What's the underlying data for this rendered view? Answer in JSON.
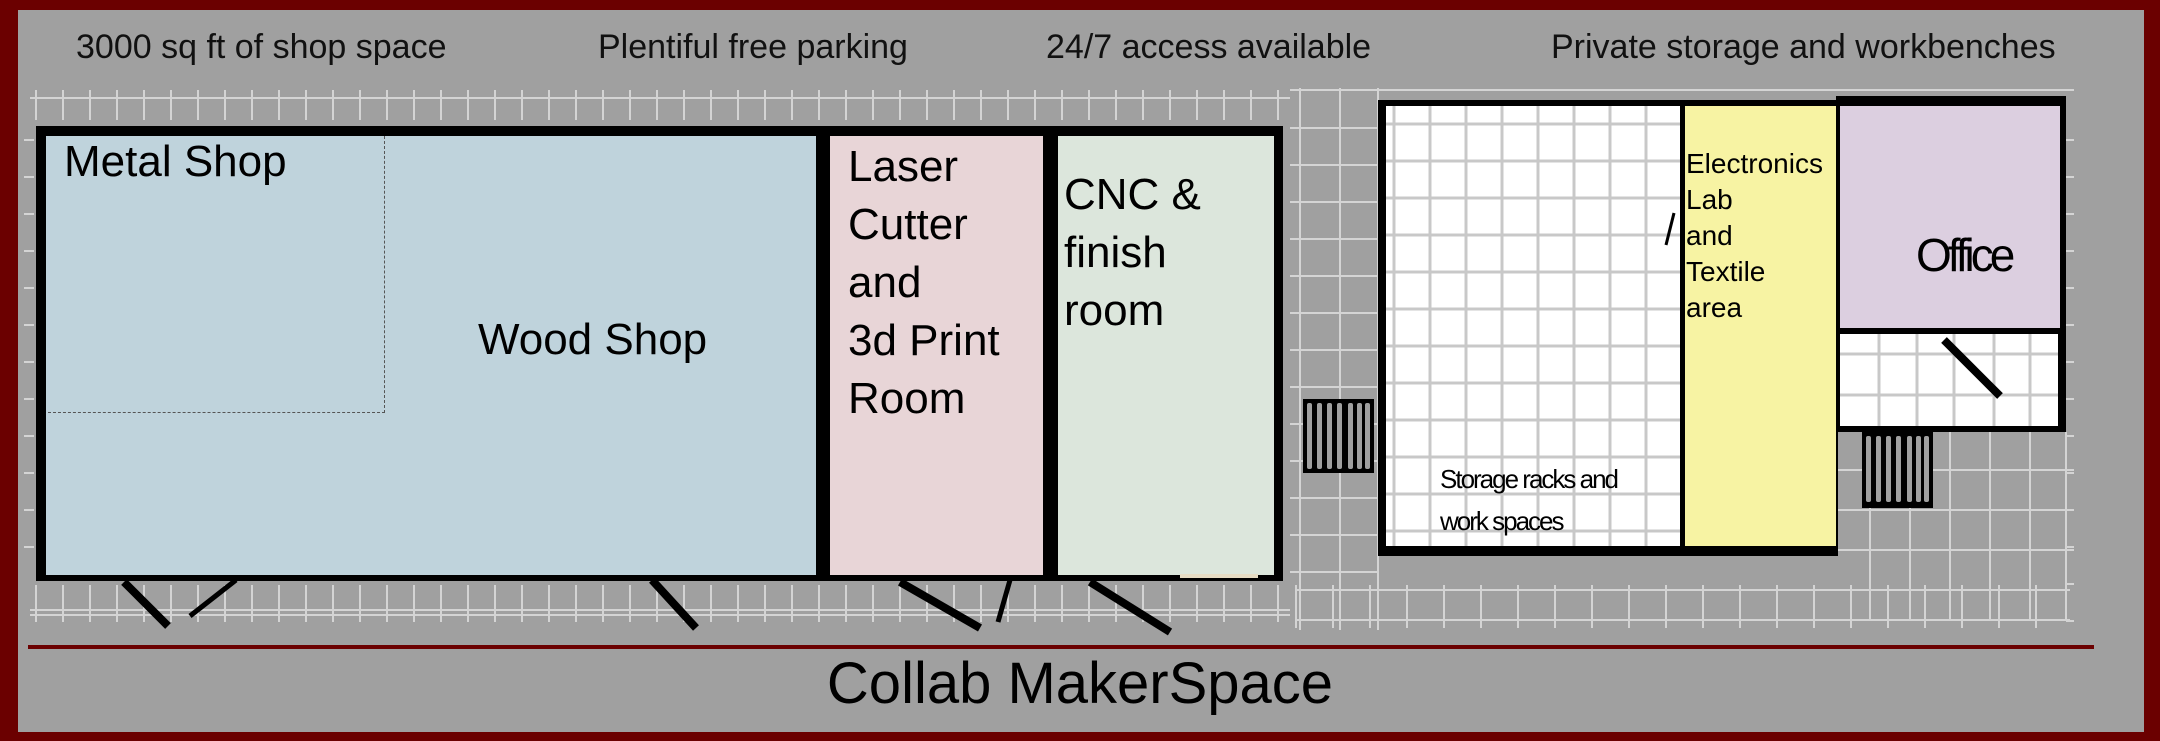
{
  "features": [
    {
      "label": "3000 sq ft of shop space"
    },
    {
      "label": "Plentiful free parking"
    },
    {
      "label": "24/7 access available"
    },
    {
      "label": "Private storage and workbenches"
    }
  ],
  "rooms": {
    "metal_shop": {
      "label": "Metal Shop",
      "color": "#bfd3dc"
    },
    "wood_shop": {
      "label": "Wood Shop",
      "color": "#bfd3dc"
    },
    "laser": {
      "lines": [
        "Laser",
        "Cutter",
        "and",
        "3d Print",
        "Room"
      ],
      "color": "#e8d5d7"
    },
    "cnc": {
      "lines": [
        "CNC &",
        "finish",
        "room"
      ],
      "color": "#dce6dc"
    },
    "storage": {
      "lines": [
        "Storage racks and",
        "work spaces"
      ],
      "color": "#ffffff"
    },
    "electronics": {
      "lines": [
        "Electronics",
        "Lab",
        "and",
        "Textile",
        "area"
      ],
      "color": "#f7f3a3"
    },
    "office": {
      "label": "Office",
      "color": "#dccfe0"
    }
  },
  "title": "Collab MakerSpace",
  "colors": {
    "border": "#6b0000",
    "background": "#a0a0a0",
    "wall": "#000000"
  }
}
